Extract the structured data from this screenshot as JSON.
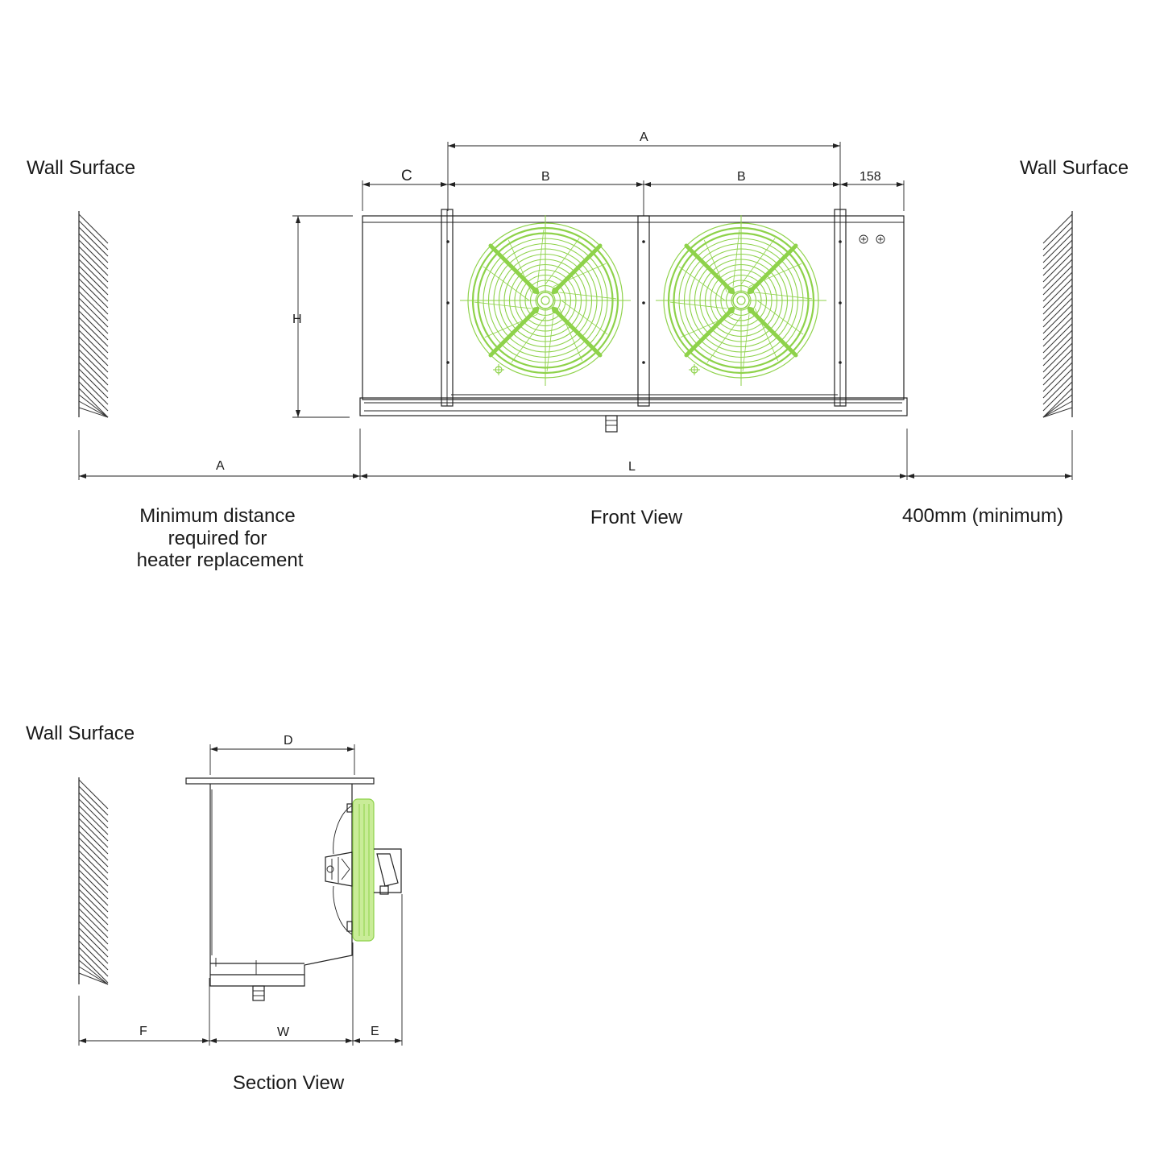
{
  "labels": {
    "wall_left_top": "Wall Surface",
    "wall_right_top": "Wall Surface",
    "wall_left_bottom": "Wall Surface",
    "front_view": "Front View",
    "section_view": "Section View",
    "min_distance_line1": "Minimum distance",
    "min_distance_line2": "required for",
    "min_distance_line3": "heater replacement",
    "right_clearance": "400mm (minimum)"
  },
  "dimensions": {
    "a_top": "A",
    "c": "C",
    "b1": "B",
    "b2": "B",
    "d158": "158",
    "h": "H",
    "a_bottom": "A",
    "l": "L",
    "d": "D",
    "f": "F",
    "w": "W",
    "e": "E"
  },
  "colors": {
    "line": "#222222",
    "fan": "#8ed24a",
    "fan_fill": "#c9ec98"
  }
}
